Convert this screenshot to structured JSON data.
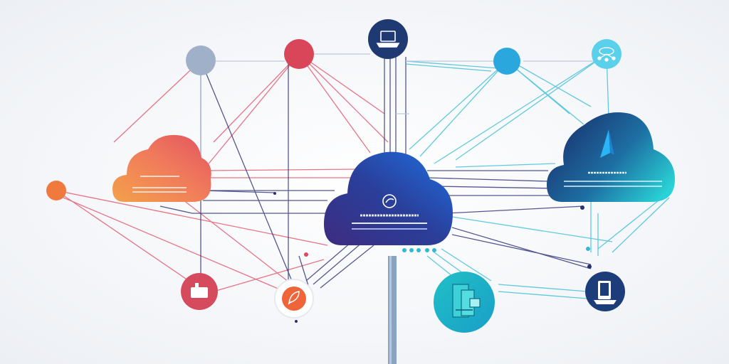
{
  "diagram": {
    "clouds": [
      {
        "id": "cloud-left",
        "colors": [
          "#f3a14a",
          "#f07a5c",
          "#e2535f"
        ]
      },
      {
        "id": "cloud-center",
        "colors": [
          "#3d2c7f",
          "#2a3f9b",
          "#1f6fe0"
        ]
      },
      {
        "id": "cloud-right",
        "colors": [
          "#1a2f6b",
          "#1d6fa3",
          "#2ad3d6"
        ]
      }
    ],
    "nodes": [
      {
        "id": "node-gray",
        "color": "#9fb0c8",
        "icon": "none"
      },
      {
        "id": "node-red-top",
        "color": "#d9465a",
        "icon": "none"
      },
      {
        "id": "node-laptop",
        "color": "#1f3a73",
        "icon": "laptop-icon"
      },
      {
        "id": "node-blue",
        "color": "#2aa7dd",
        "icon": "none"
      },
      {
        "id": "node-network",
        "color": "#5bd0ea",
        "icon": "network-icon"
      },
      {
        "id": "node-orange-left",
        "color": "#f07a3e",
        "icon": "none"
      },
      {
        "id": "node-lock",
        "color": "#d64a5e",
        "icon": "lock-icon"
      },
      {
        "id": "node-rocket",
        "color": "#f0643a",
        "icon": "rocket-icon"
      },
      {
        "id": "node-server",
        "color": "#20b6c7",
        "icon": "server-icon"
      },
      {
        "id": "node-phone",
        "color": "#1c3d7a",
        "icon": "phone-icon"
      }
    ],
    "accent_colors": {
      "warm_lines": "#e0485f",
      "navy_lines": "#2b2f73",
      "cool_lines": "#2fb9d4",
      "pole": "#8aa3c1"
    }
  }
}
